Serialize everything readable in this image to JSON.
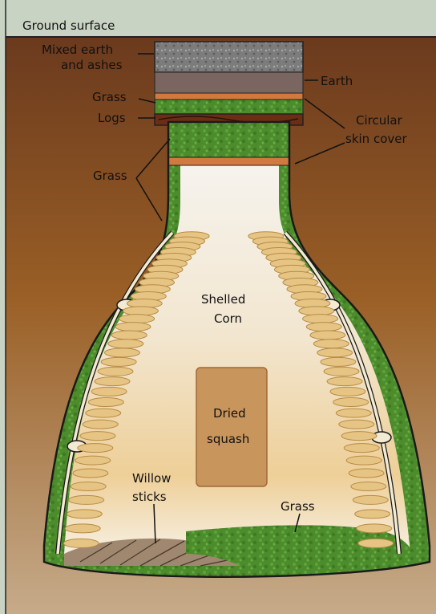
{
  "labels": {
    "ground_surface": "Ground surface",
    "mixed_earth_1": "Mixed earth",
    "mixed_earth_2": "and ashes",
    "earth": "Earth",
    "grass_top": "Grass",
    "logs": "Logs",
    "circular_1": "Circular",
    "circular_2": "skin cover",
    "grass_neck": "Grass",
    "shelled_1": "Shelled",
    "shelled_2": "Corn",
    "dried_1": "Dried",
    "dried_2": "squash",
    "willow_1": "Willow",
    "willow_2": "sticks",
    "grass_floor": "Grass"
  },
  "colors": {
    "frame_bg": "#c9d3c4",
    "soil_top": "#6b3a1e",
    "soil_bottom": "#c2a480",
    "mixed_earth": "#7d7d7d",
    "earth_layer": "#7a6560",
    "skin_cover": "#d27a3e",
    "grass": "#4a8a2a",
    "logs": "#6b2e14",
    "interior_top": "#f4f1ea",
    "interior_bottom": "#eecf98",
    "corn": "#e8c98a",
    "squash": "#c8955c",
    "willow": "#a08870",
    "stick": "#f3ead2"
  }
}
